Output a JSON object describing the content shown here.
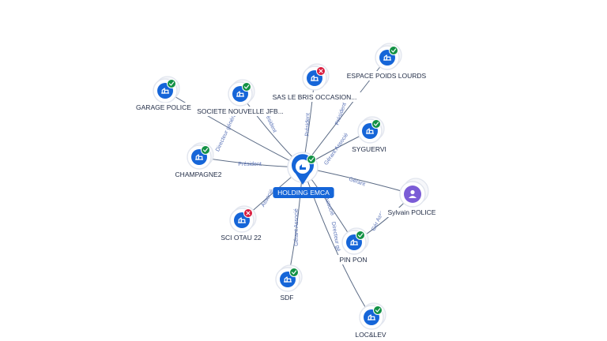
{
  "center": {
    "label": "HOLDING EMCA",
    "icon": "building-icon"
  },
  "companies": [
    {
      "id": "garage",
      "label": "GARAGE POLICE",
      "status": "active"
    },
    {
      "id": "jfb",
      "label": "SOCIETE NOUVELLE JFB...",
      "status": "active"
    },
    {
      "id": "sasbris",
      "label": "SAS LE BRIS OCCASION...",
      "status": "closed"
    },
    {
      "id": "poids",
      "label": "ESPACE POIDS LOURDS",
      "status": "active"
    },
    {
      "id": "syguervi",
      "label": "SYGUERVI",
      "status": "active"
    },
    {
      "id": "champagne2",
      "label": "CHAMPAGNE2",
      "status": "active"
    },
    {
      "id": "sciotau",
      "label": "SCI OTAU 22",
      "status": "closed"
    },
    {
      "id": "sdf",
      "label": "SDF",
      "status": "active"
    },
    {
      "id": "pinpon",
      "label": "PIN PON",
      "status": "active"
    },
    {
      "id": "loclev",
      "label": "LOC&LEV",
      "status": "active"
    }
  ],
  "people": [
    {
      "id": "sylvain",
      "label": "Sylvain POLICE",
      "icon": "person-icon"
    }
  ],
  "edges": [
    {
      "from": "center",
      "to": "garage",
      "label": "Directeur général"
    },
    {
      "from": "center",
      "to": "jfb",
      "label": "Président"
    },
    {
      "from": "center",
      "to": "sasbris",
      "label": "Président"
    },
    {
      "from": "center",
      "to": "poids",
      "label": "Président"
    },
    {
      "from": "center",
      "to": "syguervi",
      "label": "Gérant Associé"
    },
    {
      "from": "center",
      "to": "champagne2",
      "label": "Président"
    },
    {
      "from": "center",
      "to": "sciotau",
      "label": "Associé"
    },
    {
      "from": "center",
      "to": "sdf",
      "label": "Gérant Associé"
    },
    {
      "from": "center",
      "to": "pinpon",
      "label": "Associé"
    },
    {
      "from": "center",
      "to": "loclev",
      "label": "Directeur gé"
    },
    {
      "from": "sylvain",
      "to": "center",
      "label": "Gérant"
    },
    {
      "from": "sylvain",
      "to": "pinpon",
      "label": "Gér Asso"
    }
  ],
  "colors": {
    "company": "#1565d8",
    "active": "#129145",
    "closed": "#d91a3c",
    "person": "#7b5cd6",
    "edge": "#5b6b85",
    "edge_label": "#5b74b8"
  }
}
